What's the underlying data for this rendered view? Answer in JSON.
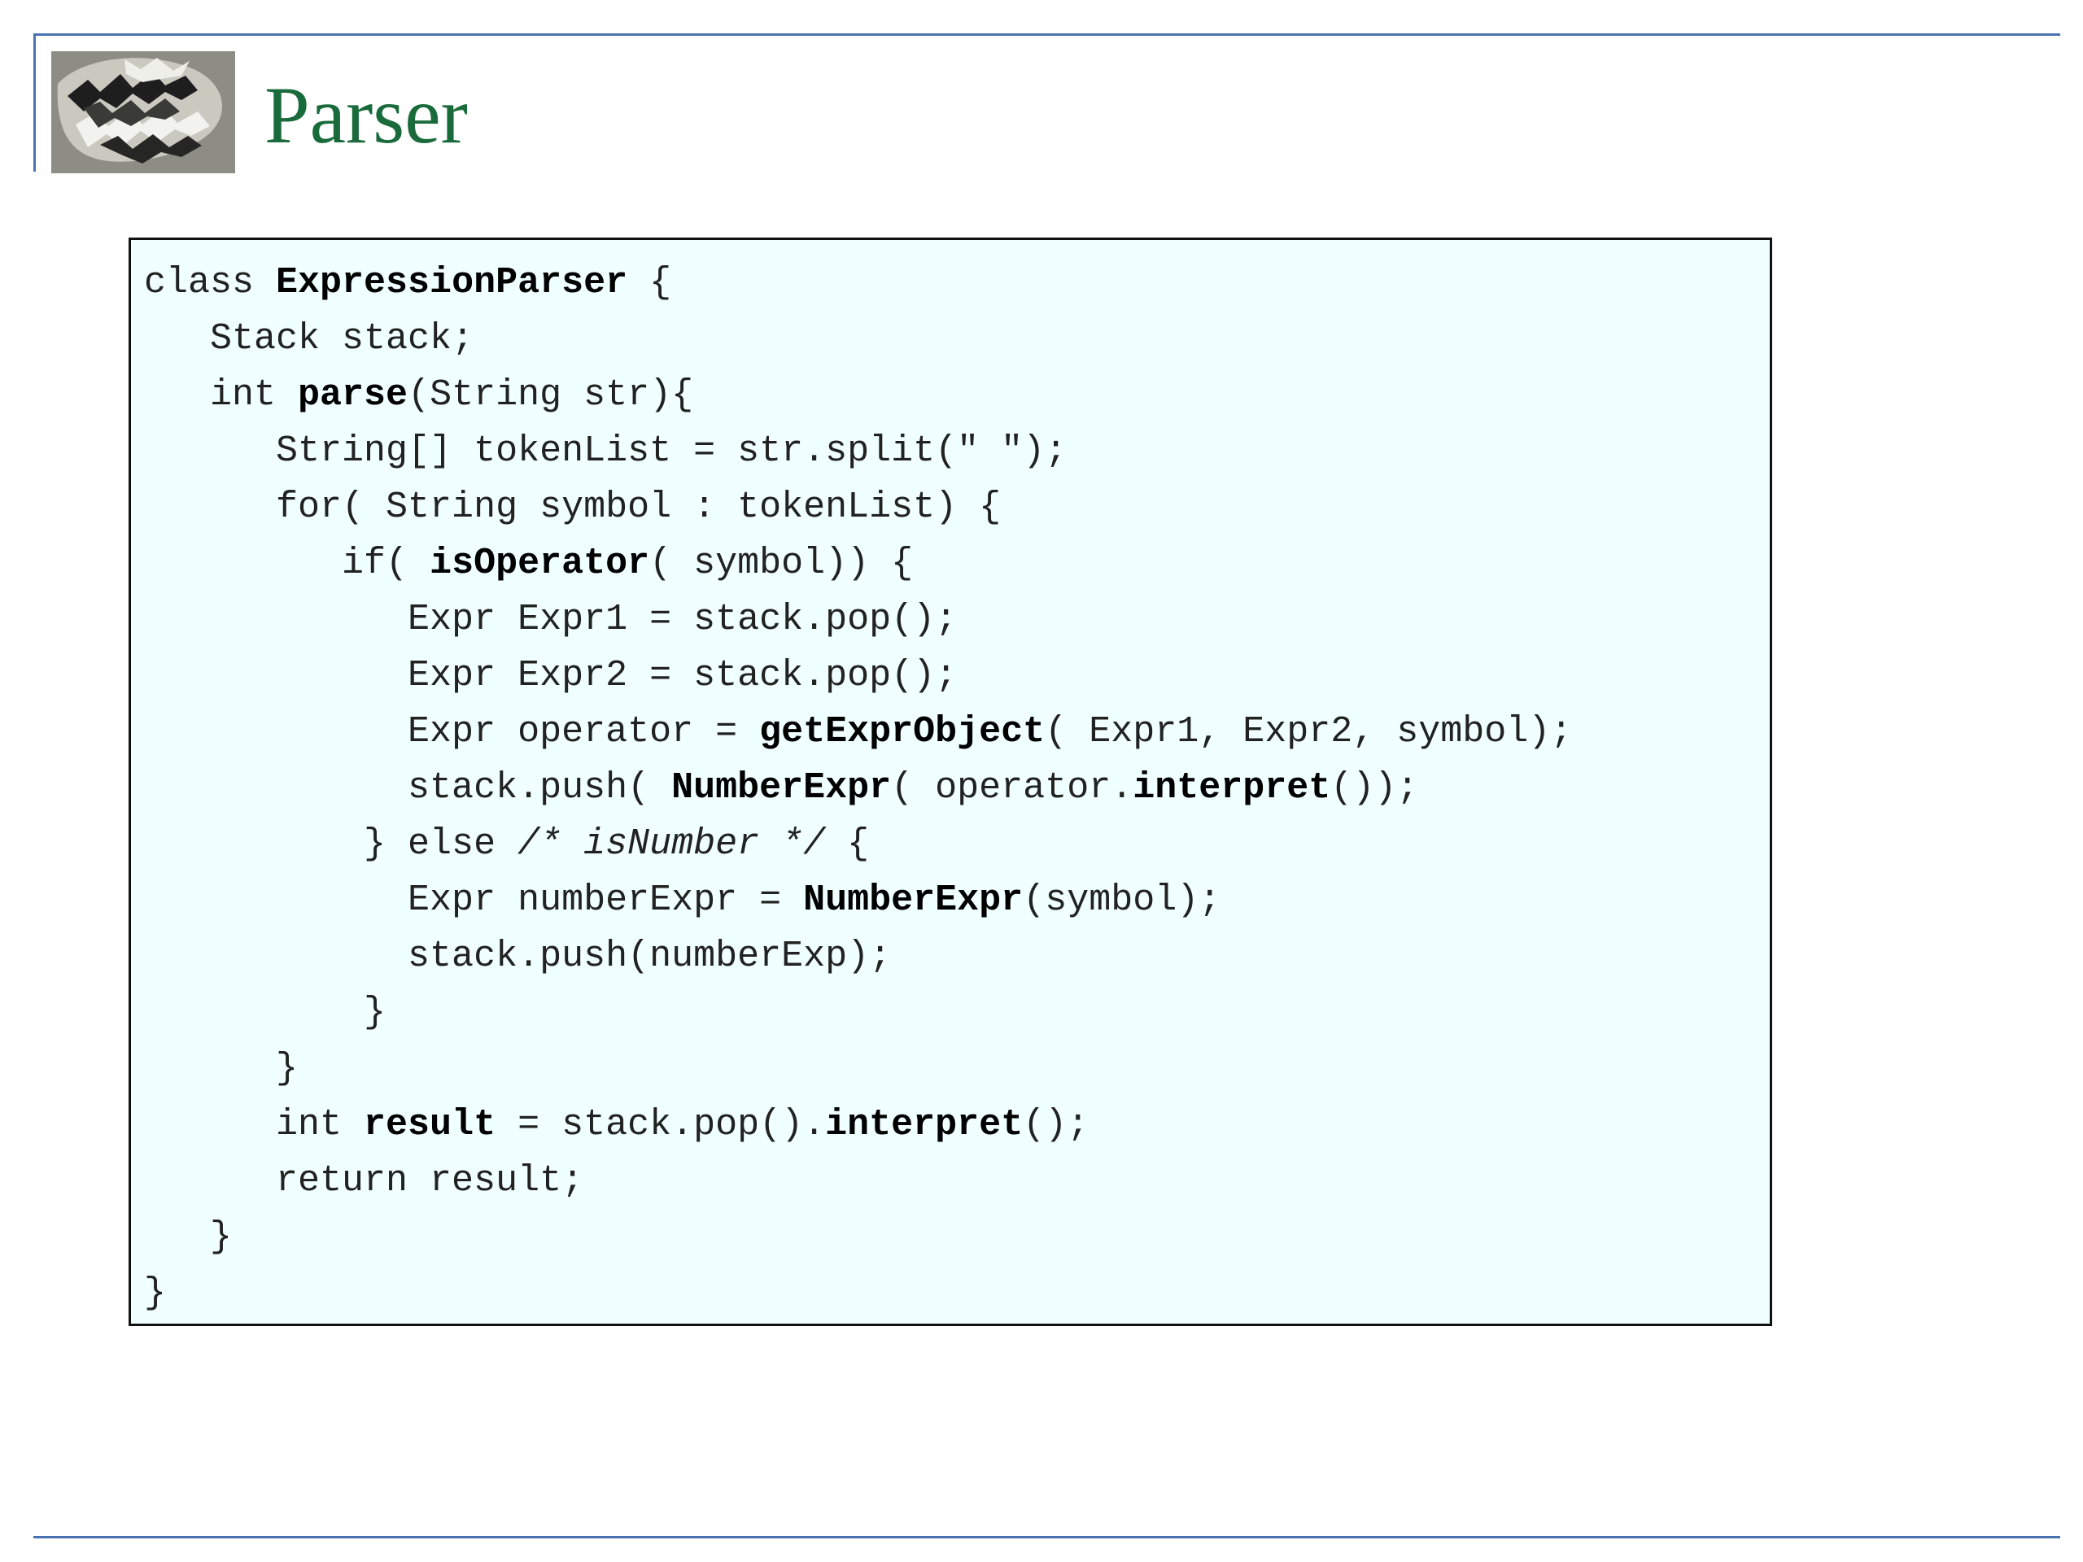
{
  "slide": {
    "title": "Parser"
  },
  "colors": {
    "title": "#1a6b3c",
    "rule": "#4a72b0",
    "code_background": "#f0ffff",
    "code_border": "#111111"
  },
  "logo": {
    "icon": "escher-tessellation-image"
  },
  "code": {
    "lines": [
      [
        {
          "t": "class "
        },
        {
          "t": "ExpressionParser",
          "b": true
        },
        {
          "t": " {"
        }
      ],
      [
        {
          "t": "   Stack stack;"
        }
      ],
      [
        {
          "t": "   int "
        },
        {
          "t": "parse",
          "b": true
        },
        {
          "t": "(String str){"
        }
      ],
      [
        {
          "t": "      String[] tokenList = str.split(\" \");"
        }
      ],
      [
        {
          "t": "      for( String symbol : tokenList) {"
        }
      ],
      [
        {
          "t": "         if( "
        },
        {
          "t": "isOperator",
          "b": true
        },
        {
          "t": "( symbol)) {"
        }
      ],
      [
        {
          "t": "            Expr Expr1 = stack.pop();"
        }
      ],
      [
        {
          "t": "            Expr Expr2 = stack.pop();"
        }
      ],
      [
        {
          "t": "            Expr operator = "
        },
        {
          "t": "getExprObject",
          "b": true
        },
        {
          "t": "( Expr1, Expr2, symbol);"
        }
      ],
      [
        {
          "t": "            stack.push( "
        },
        {
          "t": "NumberExpr",
          "b": true
        },
        {
          "t": "( operator."
        },
        {
          "t": "interpret",
          "b": true
        },
        {
          "t": "());"
        }
      ],
      [
        {
          "t": "          } else "
        },
        {
          "t": "/* isNumber */",
          "i": true
        },
        {
          "t": " {"
        }
      ],
      [
        {
          "t": "            Expr numberExpr = "
        },
        {
          "t": "NumberExpr",
          "b": true
        },
        {
          "t": "(symbol);"
        }
      ],
      [
        {
          "t": "            stack.push(numberExp);"
        }
      ],
      [
        {
          "t": "          }"
        }
      ],
      [
        {
          "t": "      }"
        }
      ],
      [
        {
          "t": "      int "
        },
        {
          "t": "result",
          "b": true
        },
        {
          "t": " = stack.pop()."
        },
        {
          "t": "interpret",
          "b": true
        },
        {
          "t": "();"
        }
      ],
      [
        {
          "t": "      return result;"
        }
      ],
      [
        {
          "t": "   }"
        }
      ],
      [
        {
          "t": "}"
        }
      ]
    ]
  }
}
